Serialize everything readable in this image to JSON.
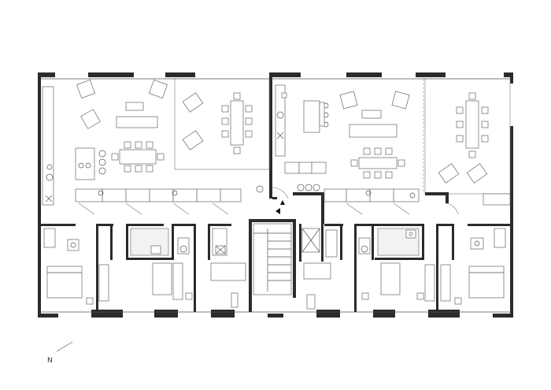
{
  "drawing": {
    "type": "floor-plan",
    "units": 2,
    "north_label": "N"
  },
  "colors": {
    "wall": "#2b2b2b",
    "furniture_stroke": "#666666",
    "background": "#ffffff"
  }
}
